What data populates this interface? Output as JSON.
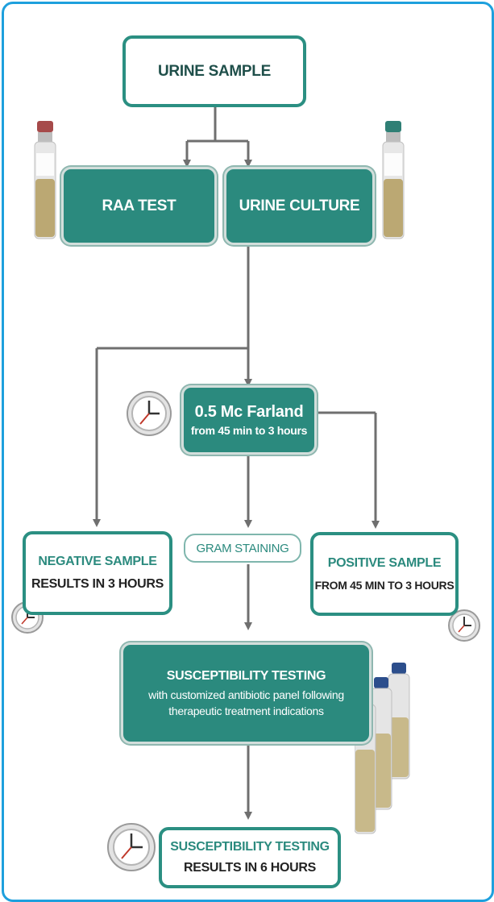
{
  "boxes": {
    "urine_sample": "URINE SAMPLE",
    "raa_test": "RAA TEST",
    "urine_culture": "URINE CULTURE",
    "mcfarland_title": "0.5 Mc Farland",
    "mcfarland_time": "from 45 min to 3 hours",
    "gram_staining": "GRAM STAINING",
    "negative_title": "NEGATIVE SAMPLE",
    "negative_result": "RESULTS IN 3 HOURS",
    "positive_title": "POSITIVE SAMPLE",
    "positive_result": "FROM 45 MIN TO 3 HOURS",
    "susceptibility_title": "SUSCEPTIBILITY TESTING",
    "susceptibility_line2": "with customized antibiotic panel following",
    "susceptibility_line3": "therapeutic treatment indications",
    "final_title": "SUSCEPTIBILITY TESTING",
    "final_result": "RESULTS IN 6 HOURS"
  },
  "icons": [
    "clock-icon",
    "vial-icon"
  ],
  "colors": {
    "teal": "#2b8a7e",
    "border_blue": "#1ea0dd",
    "connector": "#6f6f6f"
  }
}
